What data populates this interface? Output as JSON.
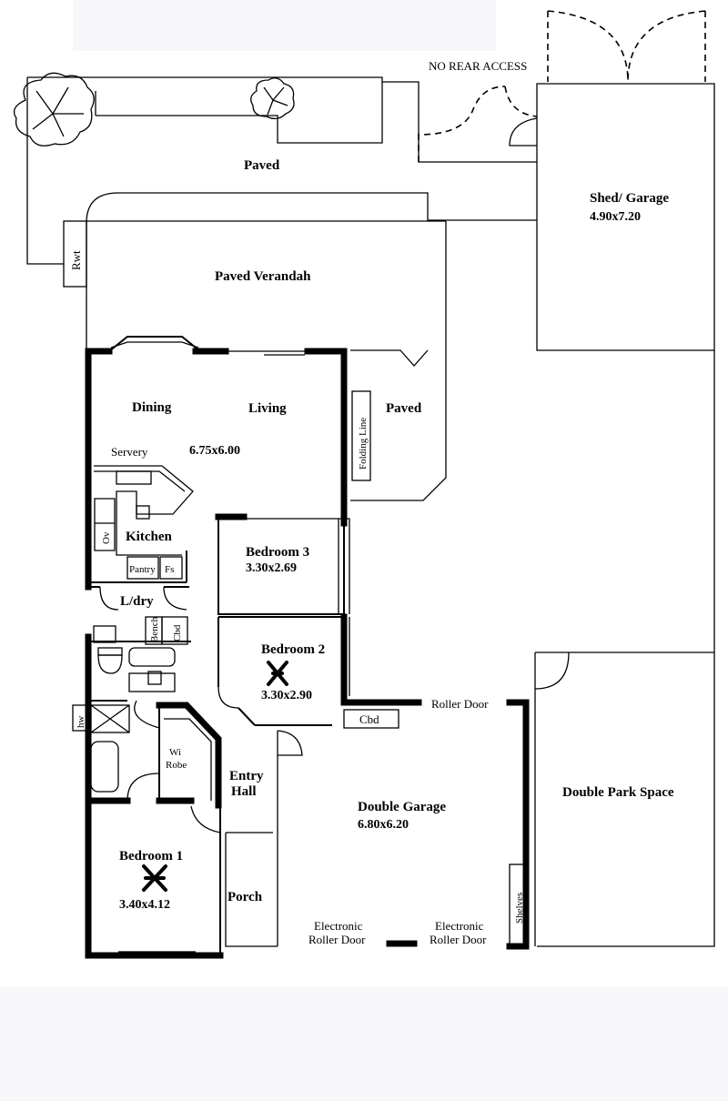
{
  "labels": {
    "no_rear_access": "NO REAR ACCESS",
    "paved_top": "Paved",
    "shed_name": "Shed/ Garage",
    "shed_size": "4.90x7.20",
    "rwt": "Rwt",
    "paved_verandah": "Paved Verandah",
    "dining": "Dining",
    "living": "Living",
    "living_size": "6.75x6.00",
    "folding_line": "Folding Line",
    "paved_side": "Paved",
    "servery": "Servery",
    "kitchen": "Kitchen",
    "ov": "Ov",
    "pantry": "Pantry",
    "fs": "Fs",
    "bed3_name": "Bedroom 3",
    "bed3_size": "3.30x2.69",
    "ldry": "L/dry",
    "bench": "Bench",
    "cbd_ldry": "Cbd",
    "bed2_name": "Bedroom 2",
    "bed2_size": "3.30x2.90",
    "roller_door": "Roller Door",
    "cbd_garage": "Cbd",
    "hw": "hw",
    "wi_line1": "Wi",
    "wi_line2": "Robe",
    "entry_line1": "Entry",
    "entry_line2": "Hall",
    "garage_name": "Double Garage",
    "garage_size": "6.80x6.20",
    "park_space": "Double Park Space",
    "bed1_name": "Bedroom 1",
    "bed1_size": "3.40x4.12",
    "porch": "Porch",
    "shelves": "Shelves",
    "erd_left_1": "Electronic",
    "erd_left_2": "Roller Door",
    "erd_right_1": "Electronic",
    "erd_right_2": "Roller Door"
  },
  "colors": {
    "line": "#000000",
    "background": "#ffffff",
    "blank_band": "#f7f7f9"
  }
}
